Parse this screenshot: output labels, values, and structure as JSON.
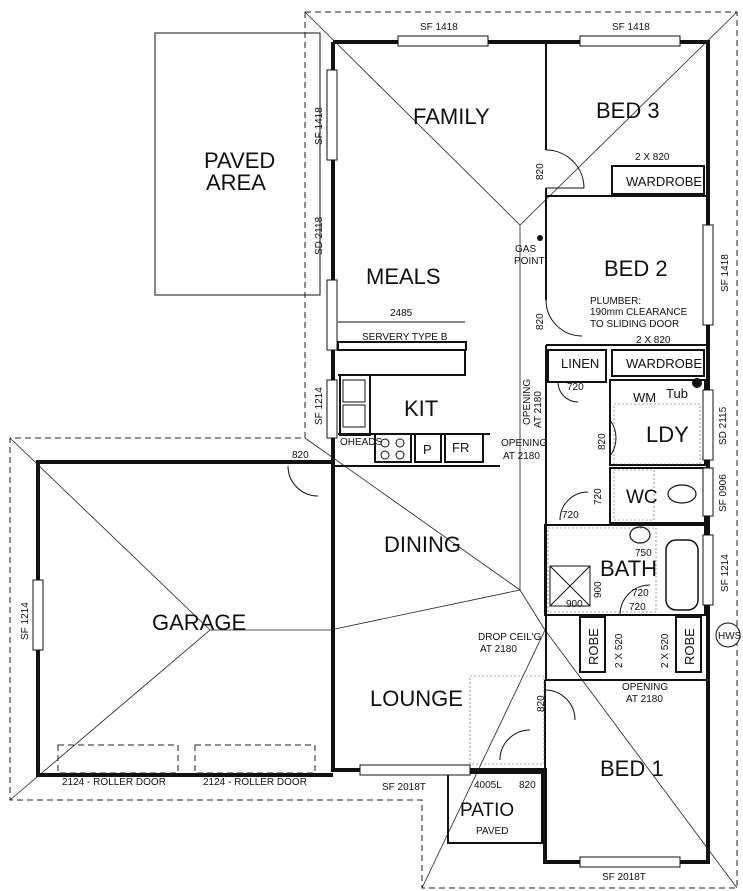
{
  "rooms": {
    "family": "FAMILY",
    "bed3": "BED 3",
    "bed2": "BED 2",
    "bed1": "BED 1",
    "meals": "MEALS",
    "kit": "KIT",
    "dining": "DINING",
    "lounge": "LOUNGE",
    "garage": "GARAGE",
    "paved_area_1": "PAVED",
    "paved_area_2": "AREA",
    "patio": "PATIO",
    "patio_sub": "PAVED",
    "linen": "LINEN",
    "wardrobe_top": "WARDROBE",
    "wardrobe_mid": "WARDROBE",
    "wm": "WM",
    "tub": "Tub",
    "ldy": "LDY",
    "wc": "WC",
    "bath": "BATH",
    "robe_left": "ROBE",
    "robe_right": "ROBE",
    "p": "P",
    "fr": "FR"
  },
  "labels": {
    "sf1418_top_left": "SF 1418",
    "sf1418_top_right": "SF 1418",
    "sf1418_left_vert": "SF 1418",
    "sd2118": "SD 2118",
    "sf1214_kit": "SF 1214",
    "sf1418_bed2": "SF 1418",
    "sd2115": "SD 2115",
    "sf0906": "SF 0906",
    "sf1214_bath": "SF 1214",
    "sf1214_garage": "SF 1214",
    "door820_family": "820",
    "door820_bed2": "820",
    "door820_ldy": "820",
    "door820_garage": "820",
    "door820_lounge": "820",
    "door820_patio": "820",
    "door720_linen": "720",
    "door720_wc": "720",
    "door720_wc2": "720",
    "door720_bath": "720",
    "door750": "750",
    "wardrobe2x820_top": "2 X 820",
    "wardrobe2x820_mid": "2 X 820",
    "robe2x520_left": "2 X 520",
    "robe2x520_right": "2 X 520",
    "gas_1": "GAS",
    "gas_2": "POINT",
    "plumber_1": "PLUMBER:",
    "plumber_2": "190mm CLEARANCE",
    "plumber_3": "TO SLIDING DOOR",
    "dim2485": "2485",
    "servery": "SERVERY TYPE B",
    "opening_kit_1": "OPENING",
    "opening_kit_2": "AT 2180",
    "opening_dining_1": "OPENING",
    "opening_dining_2": "AT 2180",
    "opening_bed1_1": "OPENING",
    "opening_bed1_2": "AT 2180",
    "drop_ceil_1": "DROP CEIL'G",
    "drop_ceil_2": "AT 2180",
    "oheads": "OHEADS",
    "roller1": "2124 - ROLLER DOOR",
    "roller2": "2124 - ROLLER DOOR",
    "sf2018_lounge": "SF 2018T",
    "sf2018_bed1": "SF 2018T",
    "sl4005": "4005L",
    "hws": "HWS",
    "shower900": "900",
    "shower900v": "900",
    "bath720": "720"
  }
}
